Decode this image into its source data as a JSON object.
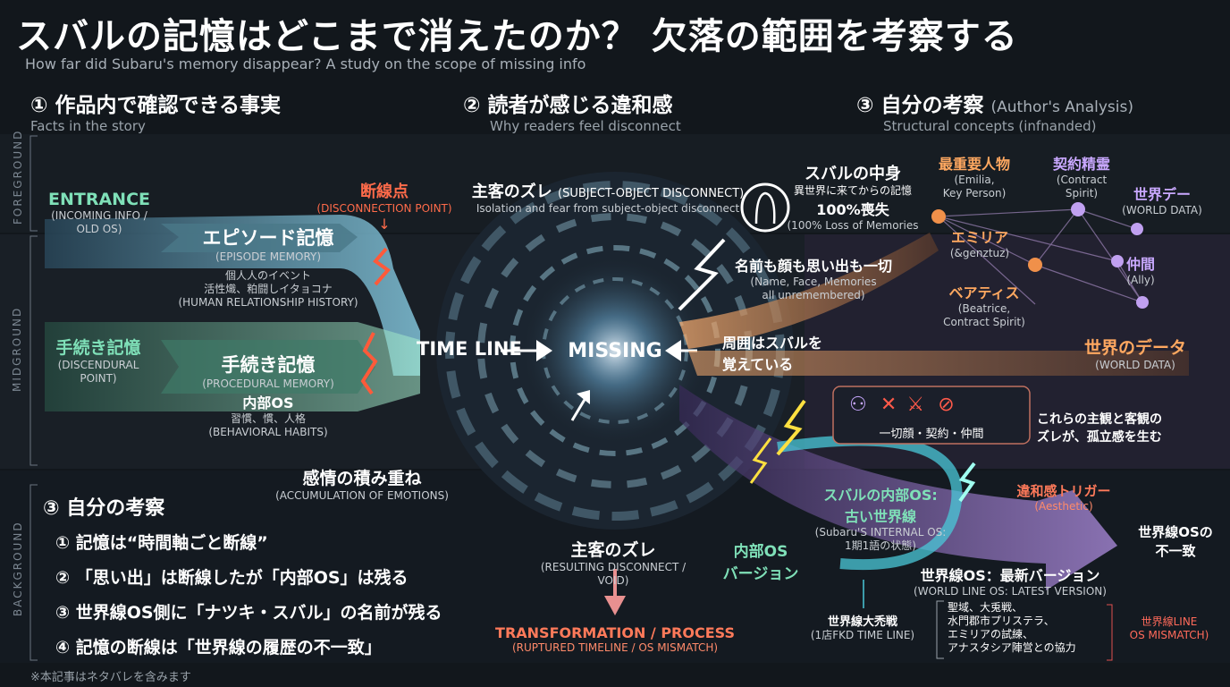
{
  "title": "スバルの記憶はどこまで消えたのか？ 欠落の範囲を考察する",
  "subtitle": "How far did Subaru's memory disappear? A study on the scope of missing info",
  "columns": [
    {
      "jp": "① 作品内で確認できる事実",
      "en": "",
      "sub": "Facts in the story"
    },
    {
      "jp": "② 読者が感じる違和感",
      "en": "",
      "sub": "Why readers feel disconnect"
    },
    {
      "jp": "③ 自分の考察",
      "en": "(Author's Analysis)",
      "sub": "Structural concepts (infnanded)"
    }
  ],
  "bands": {
    "fore": "FOREGROUND",
    "mid": "MIDGROUND",
    "back": "BACKGROUND"
  },
  "left": {
    "entrance": {
      "jp": "ENTRANCE",
      "en": "(INCOMING INFO / OLD OS)"
    },
    "procedural_left": {
      "jp": "手続き記憶",
      "en": "(DISCENDURAL POINT)"
    },
    "episode": {
      "jp": "エピソード記憶",
      "en": "(EPISODE MEMORY)",
      "d1": "個人人のイベント",
      "d2": "活性熾、粕闘しイタョコナ",
      "d3": "(HUMAN RELATIONSHIP HISTORY)"
    },
    "procedural": {
      "jp": "手続き記憶",
      "en": "(PROCEDURAL MEMORY)",
      "os": "内部OS",
      "d1": "習慣、慣、人格",
      "d2": "(BEHAVIORAL HABITS)"
    },
    "disconnect": {
      "jp": "断線点",
      "en": "(DISCONNECTION POINT)"
    },
    "emotions": {
      "jp": "感情の積み重ね",
      "en": "(ACCUMULATION OF EMOTIONS)"
    }
  },
  "center": {
    "timeline": "TIME LINE",
    "missing": "MISSING",
    "top": {
      "jp": "主客のズレ",
      "en": "(SUBJECT-OBJECT DISCONNECT)",
      "sub": "Isolation and fear from subject-object disconnect"
    },
    "bottom": {
      "jp": "主客のズレ",
      "en1": "(RESULTING DISCONNECT /",
      "en2": "VOID)"
    },
    "transform": {
      "jp": "TRANSFORMATION / PROCESS",
      "en": "(RUPTURED TIMELINE / OS MISMATCH)"
    }
  },
  "right": {
    "contents": {
      "jp": "スバルの中身",
      "d1": "異世界に来てからの記憶",
      "d2": "100%喪失",
      "d3": "(100% Loss of Memories"
    },
    "names": {
      "jp": "名前も顔も思い出も一切",
      "en1": "(Name, Face, Memories",
      "en2": "all unremembered)"
    },
    "loop": {
      "jp1": "周囲はスバルを",
      "jp2": "覚えている"
    },
    "key_person": {
      "jp": "最重要人物",
      "en1": "(Emilia,",
      "en2": "Key Person)"
    },
    "contract": {
      "jp": "契約精霊",
      "en1": "(Contract",
      "en2": "Spirit)"
    },
    "world_data_top": {
      "jp": "世界デー",
      "en": "(WORLD DATA)"
    },
    "emilia": {
      "jp": "エミリア",
      "en": "(&genztuz)"
    },
    "ally": {
      "jp": "仲間",
      "en": "(Ally)"
    },
    "beatrice": {
      "jp": "ベアティス",
      "en1": "(Beatrice,",
      "en2": "Contract Spirit)"
    },
    "world_data": {
      "jp": "世界のデータ",
      "en": "(WORLD DATA)"
    },
    "icons_caption": "一切顔・契約・仲間",
    "isolation": {
      "jp1": "これらの主観と客観の",
      "jp2": "ズレが、孤立感を生む"
    },
    "trigger": {
      "jp": "違和感トリガー",
      "en": "(Aesthetic)"
    },
    "internal_os": {
      "jp1": "スバルの内部OS:",
      "jp2": "古い世界線",
      "en1": "(Subaru'S INTERNAL OS:",
      "en2": "1期1語の状態)"
    },
    "internal_version": {
      "jp1": "内部OS",
      "jp2": "バージョン"
    },
    "world_os_mismatch": {
      "jp1": "世界線OSの",
      "jp2": "不一致"
    },
    "world_os_latest": {
      "jp": "世界線OS：最新バージョン",
      "en": "(WORLD LINE OS: LATEST VERSION)"
    },
    "world_war": {
      "jp": "世界線大禿戦",
      "en": "(1店FKD TIME LINE)"
    },
    "events": [
      "聖域、大兎戦、",
      "水門郡市プリステラ、",
      "エミリアの試練、",
      "アナスタシア陣営との協力"
    ],
    "mismatch_label": {
      "jp1": "世界線LINE",
      "jp2": "OS MISMATCH)"
    }
  },
  "panel": {
    "title": "③ 自分の考察",
    "items": [
      "① 記憶は“時間軸ごと断線”",
      "② 「思い出」は断線したが「内部OS」は残る",
      "③ 世界線OS側に「ナツキ・スバル」の名前が残る",
      "④ 記憶の断線は「世界線の履歴の不一致」"
    ]
  },
  "footer": "※本記事はネタバレを含みます",
  "colors": {
    "green": "#7fe0b8",
    "red": "#ff6b4a",
    "orange": "#ff9a4a",
    "purple": "#b88cff",
    "teal": "#4ac8d8"
  }
}
